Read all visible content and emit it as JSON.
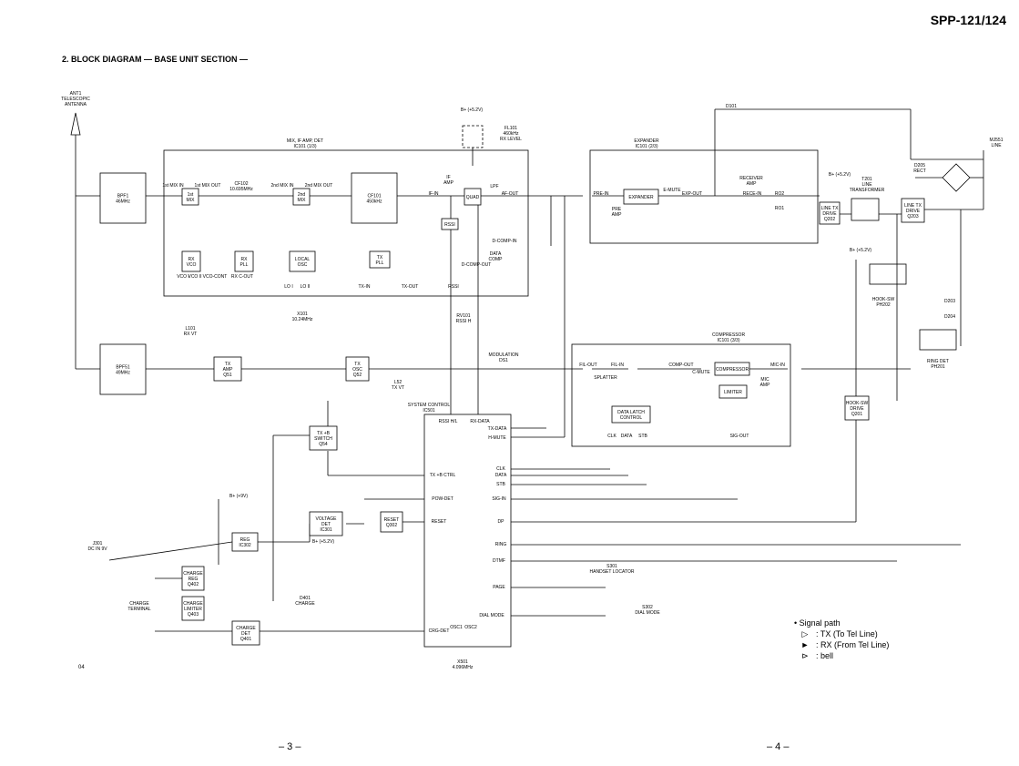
{
  "header": {
    "model": "SPP-121/124"
  },
  "title": "2. BLOCK DIAGRAM — BASE UNIT SECTION —",
  "footer": {
    "page_left": "– 3 –",
    "page_right": "– 4 –"
  },
  "corner_note": "04",
  "legend": {
    "title": "• Signal path",
    "items": [
      {
        "icon": "tx-arrow-icon",
        "label": ": TX (To Tel Line)"
      },
      {
        "icon": "rx-arrow-icon",
        "label": ": RX (From Tel Line)"
      },
      {
        "icon": "bell-arrow-icon",
        "label": ": bell"
      }
    ]
  },
  "blocks": [
    {
      "id": "bpf1",
      "lines": [
        "BPF1",
        "46MHz"
      ]
    },
    {
      "id": "mix1",
      "lines": [
        "1st",
        "MIX"
      ]
    },
    {
      "id": "cf102",
      "lines": [
        "CF102",
        "10.695MHz"
      ]
    },
    {
      "id": "mix2",
      "lines": [
        "2nd",
        "MIX"
      ]
    },
    {
      "id": "cf101",
      "lines": [
        "CF101",
        "450kHz"
      ]
    },
    {
      "id": "ifamp",
      "lines": [
        "IF",
        "AMP"
      ]
    },
    {
      "id": "quad",
      "lines": [
        "QUAD"
      ]
    },
    {
      "id": "lpf",
      "lines": [
        "LPF"
      ]
    },
    {
      "id": "rssi",
      "lines": [
        "RSSI"
      ]
    },
    {
      "id": "datacomp",
      "lines": [
        "DATA",
        "COMP"
      ]
    },
    {
      "id": "ic101",
      "lines": [
        "MIX, IF AMP, DET",
        "IC101 (1/3)"
      ]
    },
    {
      "id": "rxvco",
      "lines": [
        "RX",
        "VCO"
      ]
    },
    {
      "id": "rxpll",
      "lines": [
        "RX",
        "PLL"
      ]
    },
    {
      "id": "localosc",
      "lines": [
        "LOCAL",
        "OSC"
      ]
    },
    {
      "id": "txpll",
      "lines": [
        "TX",
        "PLL"
      ]
    },
    {
      "id": "x101",
      "lines": [
        "X101",
        "10.24MHz"
      ]
    },
    {
      "id": "l101",
      "lines": [
        "L101",
        "RX VT"
      ]
    },
    {
      "id": "bpf51",
      "lines": [
        "BPF51",
        "49MHz"
      ]
    },
    {
      "id": "txamp",
      "lines": [
        "TX",
        "AMP",
        "Q51"
      ]
    },
    {
      "id": "txosc",
      "lines": [
        "TX",
        "OSC",
        "Q52"
      ]
    },
    {
      "id": "l52",
      "lines": [
        "L52",
        "TX VT"
      ]
    },
    {
      "id": "rv101",
      "lines": [
        "RV101",
        "RSSI H"
      ]
    },
    {
      "id": "ds1",
      "lines": [
        "MODULATION",
        "DS1"
      ]
    },
    {
      "id": "fl101",
      "lines": [
        "FL101",
        "460kHz",
        "RX LEVEL"
      ]
    },
    {
      "id": "expander",
      "lines": [
        "EXPANDER",
        "IC101 (2/3)"
      ]
    },
    {
      "id": "preamp",
      "lines": [
        "PRE",
        "AMP"
      ]
    },
    {
      "id": "expblk",
      "lines": [
        "EXPANDER"
      ]
    },
    {
      "id": "emute",
      "lines": [
        "E-MUTE"
      ]
    },
    {
      "id": "rxamp",
      "lines": [
        "RECEIVER",
        "AMP"
      ]
    },
    {
      "id": "d101",
      "lines": [
        "D101"
      ]
    },
    {
      "id": "linetx202",
      "lines": [
        "LINE TX",
        "DRIVE",
        "Q202"
      ]
    },
    {
      "id": "t201",
      "lines": [
        "T201",
        "LINE",
        "TRANSFORMER"
      ]
    },
    {
      "id": "linetx203",
      "lines": [
        "LINE TX",
        "DRIVE",
        "Q203"
      ]
    },
    {
      "id": "d205",
      "lines": [
        "D205",
        "RECT"
      ]
    },
    {
      "id": "mj551",
      "lines": [
        "MJ551",
        "LINE"
      ]
    },
    {
      "id": "ph202",
      "lines": [
        "HOOK-SW",
        "PH202"
      ]
    },
    {
      "id": "d203",
      "lines": [
        "D203"
      ]
    },
    {
      "id": "d204",
      "lines": [
        "D204"
      ]
    },
    {
      "id": "ph201",
      "lines": [
        "RING DET",
        "PH201"
      ]
    },
    {
      "id": "hookdrive",
      "lines": [
        "HOOK-SW",
        "DRIVE",
        "Q201"
      ]
    },
    {
      "id": "compressor",
      "lines": [
        "COMPRESSOR",
        "IC101 (3/3)"
      ]
    },
    {
      "id": "compblk",
      "lines": [
        "COMPRESSOR"
      ]
    },
    {
      "id": "limiter",
      "lines": [
        "LIMITER"
      ]
    },
    {
      "id": "micamp",
      "lines": [
        "MIC",
        "AMP"
      ]
    },
    {
      "id": "cmute",
      "lines": [
        "C-MUTE"
      ]
    },
    {
      "id": "splatter",
      "lines": [
        "SPLATTER"
      ]
    },
    {
      "id": "datalatch",
      "lines": [
        "DATA LATCH",
        "CONTROL"
      ]
    },
    {
      "id": "ic501",
      "lines": [
        "SYSTEM CONTROL",
        "IC501"
      ]
    },
    {
      "id": "txbsw",
      "lines": [
        "TX +B",
        "SWITCH",
        "Q54"
      ]
    },
    {
      "id": "voltdet",
      "lines": [
        "VOLTAGE",
        "DET",
        "IC301"
      ]
    },
    {
      "id": "reset",
      "lines": [
        "RESET",
        "Q302"
      ]
    },
    {
      "id": "reg",
      "lines": [
        "REG",
        "IC302"
      ]
    },
    {
      "id": "chargereg",
      "lines": [
        "CHARGE",
        "REG",
        "Q402"
      ]
    },
    {
      "id": "chargelim",
      "lines": [
        "CHARGE",
        "LIMITER",
        "Q403"
      ]
    },
    {
      "id": "chargedet",
      "lines": [
        "CHARGE",
        "DET",
        "Q401"
      ]
    },
    {
      "id": "chargeterm",
      "lines": [
        "CHARGE",
        "TERMINAL"
      ]
    },
    {
      "id": "d401",
      "lines": [
        "D401",
        "CHARGE"
      ]
    },
    {
      "id": "j301",
      "lines": [
        "J301",
        "DC IN 9V"
      ]
    },
    {
      "id": "x501",
      "lines": [
        "X501",
        "4.096MHz"
      ]
    },
    {
      "id": "s301",
      "lines": [
        "S301",
        "HANDSET LOCATOR"
      ]
    },
    {
      "id": "s302",
      "lines": [
        "S302",
        "DIAL MODE"
      ]
    },
    {
      "id": "ant1",
      "lines": [
        "ANT1",
        "TELESCOPIC",
        "ANTENNA"
      ]
    }
  ],
  "labels": {
    "bplus52a": "B+ (+5.2V)",
    "bplus52b": "B+ (+5.2V)",
    "bplus52c": "B+ (+5.2V)",
    "bplus9": "B+ (+9V)",
    "bplus52d": "B+ (+5.2V)",
    "mix1in": "1st MIX IN",
    "mix1out": "1st MIX OUT",
    "mix2in": "2nd MIX IN",
    "mix2out": "2nd MIX OUT",
    "ifin": "IF-IN",
    "afout": "AF-OUT",
    "dcompin": "D-COMP-IN",
    "dcompout": "D-COMP-OUT",
    "vco1": "VCO I",
    "vco2": "VCO II",
    "vcocont": "VCO-CONT",
    "rxcout": "RX C-OUT",
    "lo1": "LO I",
    "lo2": "LO II",
    "txin": "TX-IN",
    "txout": "TX-OUT",
    "rssip": "RSSI",
    "prein": "PRE-IN",
    "expout": "EXP-OUT",
    "recein": "RECE-IN",
    "ro1": "RO1",
    "ro2": "RO2",
    "flout": "FIL-OUT",
    "flin": "FIL-IN",
    "compout": "COMP-OUT",
    "micin": "MIC-IN",
    "clk": "CLK",
    "data": "DATA",
    "stb": "STB",
    "sigout": "SIG-OUT",
    "rssihl": "RSSI H/L",
    "rxdata": "RX-DATA",
    "txdata": "TX-DATA",
    "hmute": "H-MUTE",
    "clkp": "CLK",
    "datap": "DATA",
    "stbp": "STB",
    "txbctrl": "TX +B CTRL",
    "powdet": "POW-DET",
    "resetp": "RESET",
    "sigin": "SIG-IN",
    "dp": "DP",
    "ring": "RING",
    "dtmf": "DTMF",
    "page": "PAGE",
    "dialmode": "DIAL MODE",
    "crgdet": "CRG-DET",
    "osc1": "OSC1",
    "osc2": "OSC2"
  }
}
